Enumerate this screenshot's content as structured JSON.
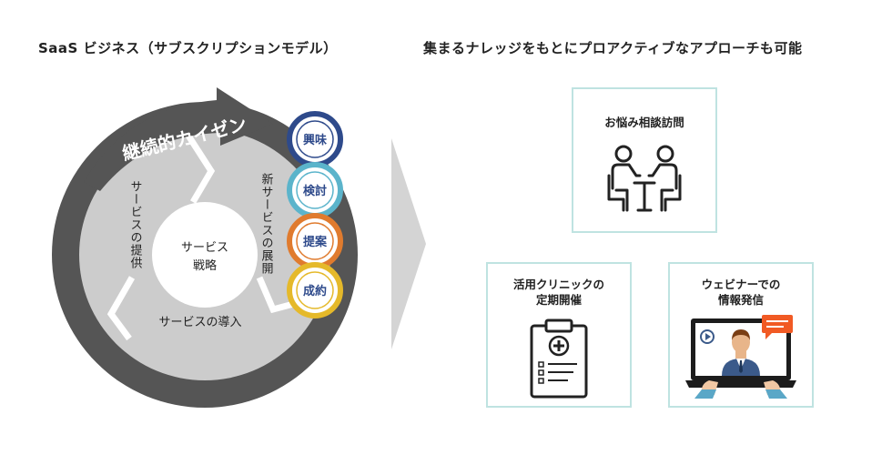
{
  "left_heading": "SaaS ビジネス（サブスクリプションモデル）",
  "right_heading": "集まるナレッジをもとにプロアクティブなアプローチも可能",
  "cycle": {
    "arrow_label": "継続的カイゼン",
    "center_label_1": "サービス",
    "center_label_2": "戦略",
    "segment_provide": "サービスの提供",
    "segment_new_service": "新サービスの展開",
    "segment_intro": "サービスの導入"
  },
  "stages": [
    {
      "label": "興味",
      "color": "#2e4a8b"
    },
    {
      "label": "検討",
      "color": "#5bb4cb"
    },
    {
      "label": "提案",
      "color": "#e07b2e"
    },
    {
      "label": "成約",
      "color": "#e5b92a"
    }
  ],
  "cards": {
    "visit": {
      "title": "お悩み相談訪問",
      "icon": "consultation-icon"
    },
    "seminar": {
      "title": "活用クリニックの\n定期開催",
      "icon": "clipboard-icon"
    },
    "webinar": {
      "title": "ウェビナーでの\n情報発信",
      "icon": "webinar-laptop-icon"
    }
  },
  "colors": {
    "ring_dark": "#555555",
    "ring_light": "#cccccc",
    "chevron": "#d4d4d4",
    "card_border": "#bfe3e1",
    "stage_text": "#2e4a8b",
    "accent_orange": "#f15a24"
  }
}
